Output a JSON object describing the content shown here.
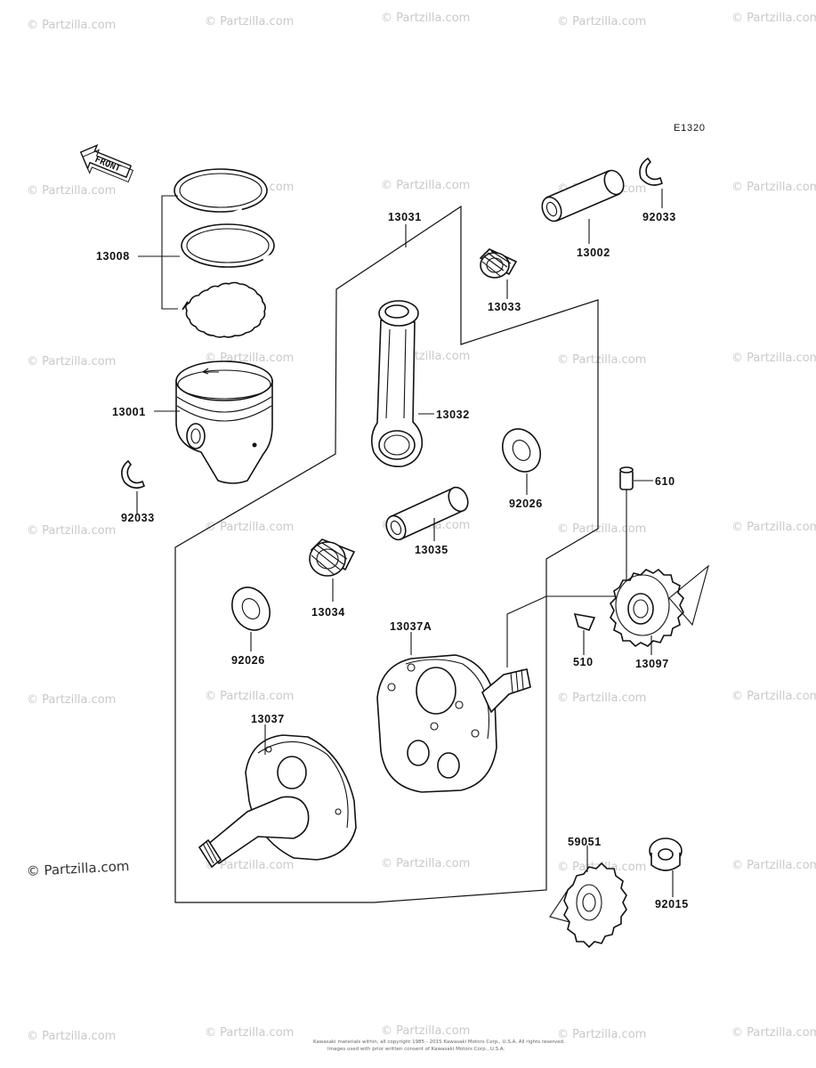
{
  "diagram_code": "E1320",
  "front_label": "FRONT",
  "watermark": "© Partzilla.com",
  "footer_copyright": "Kawasaki materials within, all copyright 1985 - 2015 Kawasaki Motors Corp., U.S.A. All rights reserved.",
  "footer_copyright_2": "Images used with prior written consent of Kawasaki Motors Corp., U.S.A.",
  "parts": [
    {
      "id": "13008",
      "name": "piston-ring-set"
    },
    {
      "id": "13001",
      "name": "piston"
    },
    {
      "id": "92033",
      "name": "circlip-left"
    },
    {
      "id": "13031",
      "name": "connecting-rod-group"
    },
    {
      "id": "13032",
      "name": "connecting-rod"
    },
    {
      "id": "13033",
      "name": "needle-bearing-small-end"
    },
    {
      "id": "13002",
      "name": "piston-pin"
    },
    {
      "id": "92033",
      "name": "circlip-right"
    },
    {
      "id": "92026",
      "name": "thrust-washer-right"
    },
    {
      "id": "13035",
      "name": "crank-pin"
    },
    {
      "id": "13034",
      "name": "needle-bearing-big-end"
    },
    {
      "id": "92026",
      "name": "thrust-washer-left"
    },
    {
      "id": "610",
      "name": "pin"
    },
    {
      "id": "13097",
      "name": "gear"
    },
    {
      "id": "510",
      "name": "key"
    },
    {
      "id": "13037A",
      "name": "crankshaft-right-half"
    },
    {
      "id": "13037",
      "name": "crankshaft-left-half"
    },
    {
      "id": "59051",
      "name": "gear-small"
    },
    {
      "id": "92015",
      "name": "nut"
    }
  ]
}
